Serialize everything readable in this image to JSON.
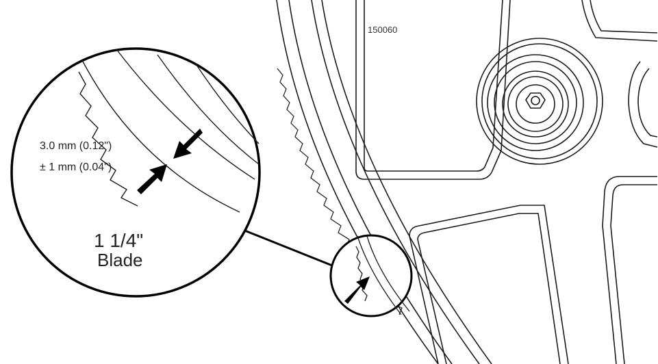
{
  "figure": {
    "id_label": "150060",
    "callout": {
      "spec_line1": "3.0 mm (0.12\")",
      "spec_line2": "± 1 mm (0.04\")",
      "blade_size": "1 1/4\"",
      "blade_label": "Blade"
    }
  },
  "colors": {
    "line": "#1a1a1a",
    "arrow": "#000000",
    "background": "#ffffff"
  }
}
